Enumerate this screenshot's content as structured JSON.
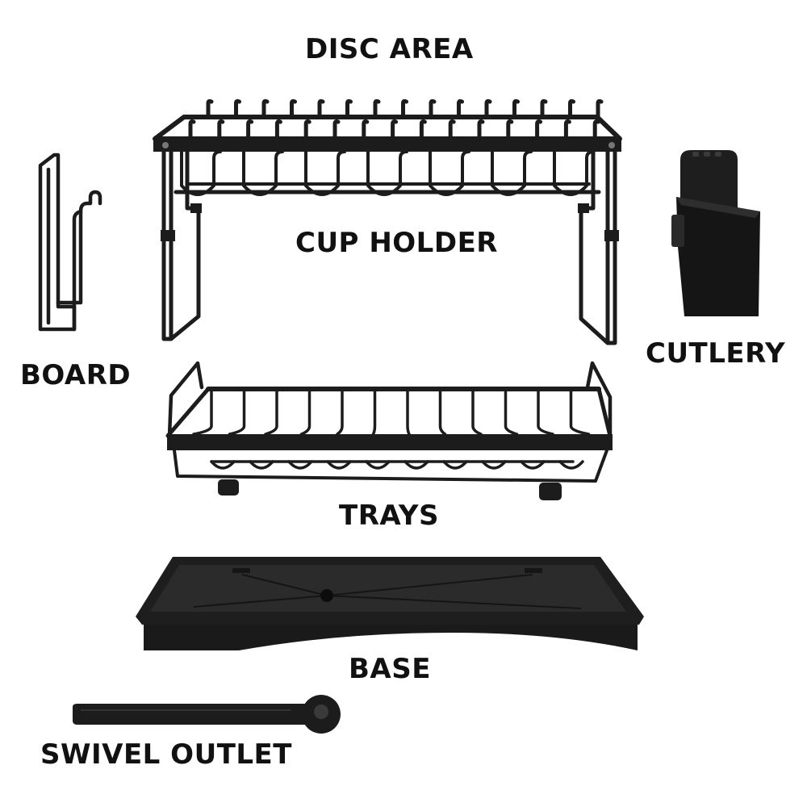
{
  "labels": {
    "disc_area": "DISC AREA",
    "cup_holder": "CUP HOLDER",
    "board": "BOARD",
    "cutlery": "CUTLERY",
    "trays": "TRAYS",
    "base": "BASE",
    "swivel_outlet": "SWIVEL OUTLET"
  },
  "colors": {
    "part": "#1c1c1c",
    "part_dark": "#0f0f0f",
    "part_light": "#2f2f2f",
    "label": "#111111",
    "background": "#ffffff"
  }
}
